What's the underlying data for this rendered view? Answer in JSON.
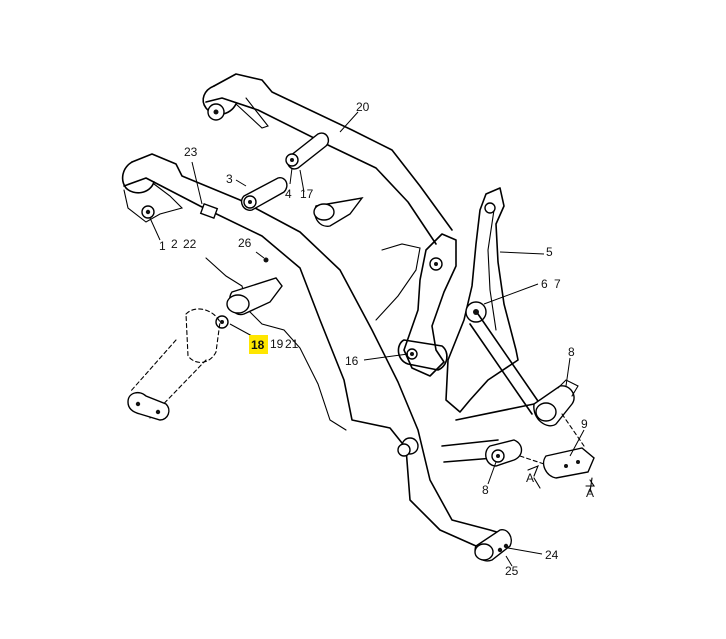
{
  "diagram": {
    "highlight_color": "#ffe600",
    "callouts": {
      "c1": "1",
      "c2": "2",
      "c22": "22",
      "c23": "23",
      "c3": "3",
      "c4": "4",
      "c17": "17",
      "c20": "20",
      "c26": "26",
      "c5": "5",
      "c6": "6",
      "c7": "7",
      "c18": "18",
      "c19": "19",
      "c21": "21",
      "c16": "16",
      "c8a": "8",
      "c9": "9",
      "c8b": "8",
      "cA1": "A",
      "cA2": "A",
      "c24": "24",
      "c25": "25"
    }
  }
}
